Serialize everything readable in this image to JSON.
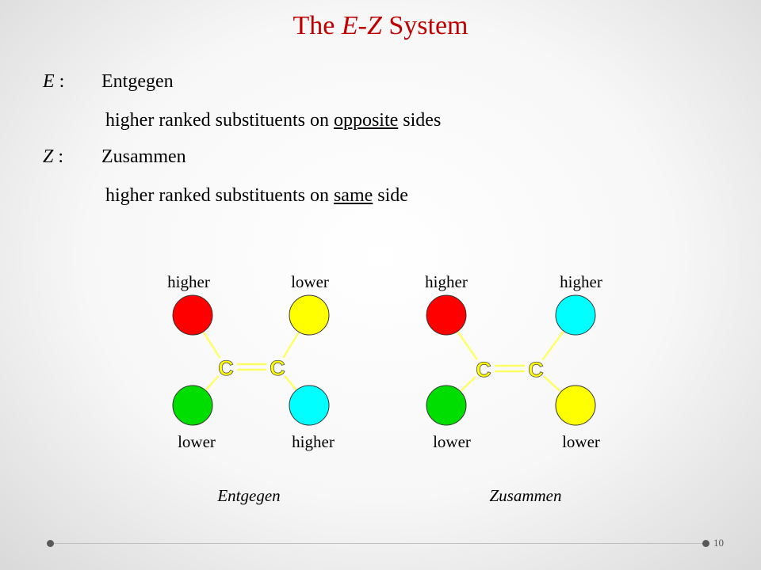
{
  "title": {
    "prefix": "The ",
    "e": "E",
    "dash": "-",
    "z": "Z",
    "suffix": " System"
  },
  "definitions": [
    {
      "letter": "E",
      "colon": " :",
      "word": "Entgegen",
      "def_prefix": "higher ranked substituents on ",
      "def_key": "opposite",
      "def_suffix": " sides"
    },
    {
      "letter": "Z",
      "colon": " :",
      "word": "Zusammen",
      "def_prefix": "higher ranked substituents on ",
      "def_key": "same",
      "def_suffix": " side"
    }
  ],
  "molecules": [
    {
      "caption": "Entgegen",
      "atom_label": "C",
      "substituents": {
        "top_left": {
          "label": "higher",
          "color": "#ff0000"
        },
        "top_right": {
          "label": "lower",
          "color": "#ffff00"
        },
        "bottom_left": {
          "label": "lower",
          "color": "#00dd00"
        },
        "bottom_right": {
          "label": "higher",
          "color": "#00ffff"
        }
      }
    },
    {
      "caption": "Zusammen",
      "atom_label": "C",
      "substituents": {
        "top_left": {
          "label": "higher",
          "color": "#ff0000"
        },
        "top_right": {
          "label": "higher",
          "color": "#00ffff"
        },
        "bottom_left": {
          "label": "lower",
          "color": "#00dd00"
        },
        "bottom_right": {
          "label": "lower",
          "color": "#ffff00"
        }
      }
    }
  ],
  "colors": {
    "title": "#c00000",
    "carbon": "#ffff00",
    "bond": "#ffff66"
  },
  "slide_number": "10"
}
